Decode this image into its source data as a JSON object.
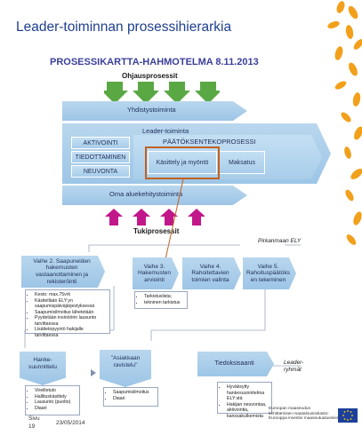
{
  "title": "Leader-toiminnan prosessihierarkia",
  "map_title": "PROSESSIKARTTA-HAHMOTELMA 8.11.2013",
  "guidance_label": "Ohjausprosessit",
  "support_label": "Tukiprosessit",
  "bands": {
    "association": "Yhdistystoiminta",
    "leader": "Leader-toiminta",
    "own_dev": "Oma aluekehitystoiminta"
  },
  "leader_boxes": {
    "activation": "AKTIVOINTI",
    "informing": "TIEDOTTAMINEN",
    "advising": "NEUVONTA",
    "decision_process": "PÄÄTÖKSENTEKOPROSESSI",
    "handle_approve": "Käsittely ja myöntö",
    "payment": "Maksatus"
  },
  "flow": {
    "region_label": "Pirkanmaan ELY",
    "group_label": "Leader-\nryhmät",
    "step2": "Vaihe 2. Saapuneiden hakemusten vastaanottaminen ja rekisteröinti",
    "step3": "Vaihe 3. Hakemusten arviointi",
    "step4": "Vaihe 4. Rahoitettavien toimien valinta",
    "step5": "Vaihe 5. Rahoituspäätöks en tekeminen",
    "planning": "Hanke-suunnittelu",
    "client_signal": "\"Asiakkaan ravistelu\"",
    "informing": "Tiedoksisaanti"
  },
  "notes": {
    "step2": [
      "Kesto: max.75vrk",
      "Käsitellään ELY:yn saapumispäiväjärjestyksessä",
      "Saapumisilmoitus lähetetään",
      "Pyydetään insinöörin lausunto tarvittaessa",
      "Lisätietopyyntö hakijalle tarvittaessa"
    ],
    "step3": [
      "Tarkistuslista;",
      "tekninen tarkistus"
    ],
    "planning": [
      "Vireilletulo",
      "Hallituskäsittely",
      "Lausunto (puolto)",
      "Diaari"
    ],
    "client": [
      "Saapumisilmoitus",
      "Diaari"
    ],
    "info": [
      "Hyväksytty hankesuunnitelma ELY:stä",
      "Hakijan neuvontaa, aktivointia, kanssakulkemista"
    ]
  },
  "footer": {
    "page_label": "Sivu",
    "page_number": "19",
    "date": "23/05/2014",
    "eu_line1": "Euroopan maaseudun",
    "eu_line2": "kehittämisen maatalousrahasto:",
    "eu_line3": "Eurooppa investoi maaseutualueisiin"
  },
  "colors": {
    "title": "#1e3f8f",
    "guidance_arrows": "#5aa844",
    "support_arrows": "#c2178a",
    "highlight": "#c0611f",
    "band": "#a8cdea",
    "decoration": "#f2a01c"
  }
}
